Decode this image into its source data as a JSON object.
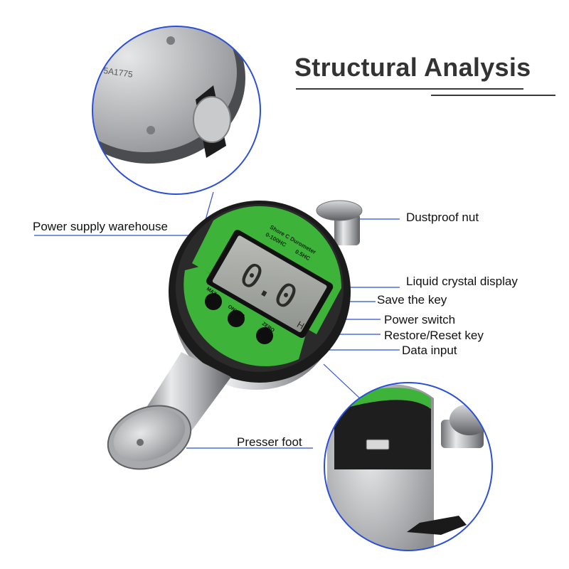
{
  "title": "Structural Analysis",
  "inset_top": {
    "engraving": "5A1775"
  },
  "gauge": {
    "face_line1": "Shore C Durometer",
    "face_line2": "0-100HC",
    "face_line3": "0.5HC",
    "display_value": "0.0",
    "display_unit": "H",
    "button1": "MAX",
    "button2": "ON/OFF",
    "button3": "ZERO"
  },
  "labels": {
    "power_supply": "Power supply warehouse",
    "dustproof_nut": "Dustproof nut",
    "lcd": "Liquid crystal display",
    "save_key": "Save the key",
    "power_switch": "Power switch",
    "restore_key": "Restore/Reset key",
    "data_input": "Data input",
    "presser_foot": "Presser foot"
  },
  "colors": {
    "accent_blue": "#2b4fd8",
    "face_green": "#3db33a",
    "title_gray": "#333333"
  }
}
